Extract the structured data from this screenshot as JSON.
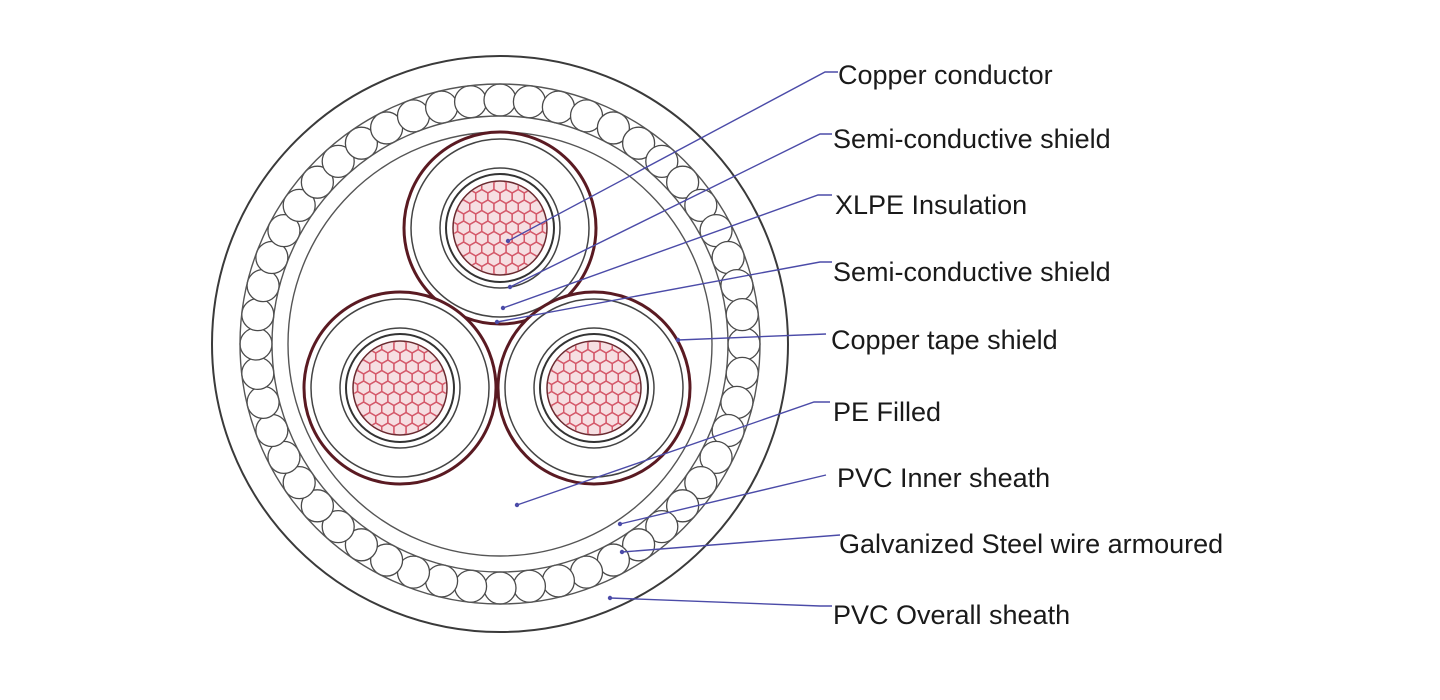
{
  "colors": {
    "leader": "#4b4ba8",
    "conductor_strand": "#d4596a",
    "conductor_fill": "#f6dfe2",
    "core_outline": "#5a1a22",
    "outline": "#3a3a3a",
    "background": "#ffffff"
  },
  "labels": [
    "Copper conductor",
    "Semi-conductive shield",
    "XLPE Insulation",
    "Semi-conductive shield",
    "Copper tape shield",
    "PE Filled",
    "PVC Inner sheath",
    "Galvanized Steel wire armoured",
    "PVC Overall sheath"
  ]
}
